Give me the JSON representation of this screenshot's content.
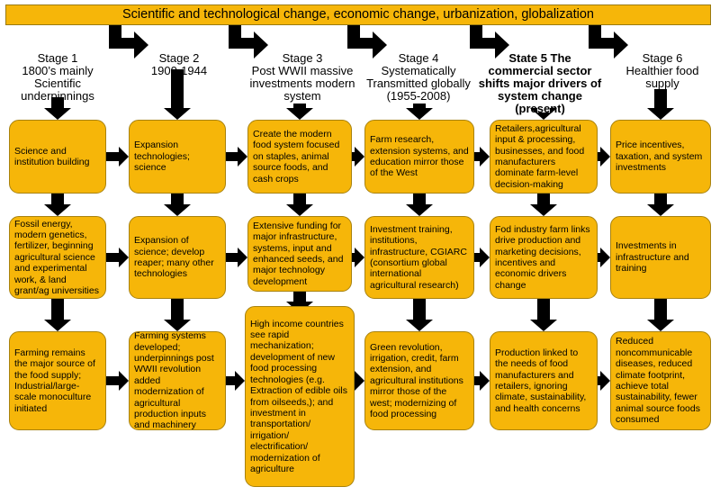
{
  "banner": "Scientific and technological change, economic change, urbanization, globalization",
  "stages": [
    {
      "label": "Stage 1\n1800’s mainly\nScientific\nunderpinnings"
    },
    {
      "label": "Stage 2\n1900-1944"
    },
    {
      "label": "Stage 3\nPost WWII massive\ninvestments modern\nsystem"
    },
    {
      "label": "Stage 4\nSystematically\nTransmitted globally\n(1955-2008)"
    },
    {
      "label": "State 5 The\ncommercial sector\nshifts major drivers of\nsystem change\n(present)"
    },
    {
      "label": "Stage 6\nHealthier food\nsupply"
    }
  ],
  "rows": [
    [
      "Science and institution building",
      "Expansion technologies; science",
      "Create the modern food system focused on staples, animal source foods, and cash crops",
      "Farm research, extension systems, and education mirror those of the West",
      "Retailers,agricultural input & processing, businesses, and food manufacturers dominate farm-level decision-making",
      "Price incentives, taxation, and system investments"
    ],
    [
      "Fossil energy, modern genetics, fertilizer, beginning agricultural science and experimental work, & land grant/ag universities",
      "Expansion of science; develop reaper; many other technologies",
      "Extensive funding for major infrastructure, systems, input and enhanced seeds, and major technology development",
      "Investment training, institutions, infrastructure, CGIARC (consortium global international agricultural research)",
      "Fod industry farm links drive production and marketing decisions, incentives and economic drivers change",
      "Investments in infrastructure and training"
    ],
    [
      "Farming remains the major source of the food supply; Industrial/large-scale monoculture  initiated",
      "Farming systems developed; underpinnings post WWII revolution added modernization of agricultural production inputs and machinery",
      "High income countries see rapid mechanization; development of new food processing technologies (e.g. Extraction of edible oils from oilseeds,); and investment in transportation/ irrigation/ electrification/ modernization of agriculture",
      "Green revolution, irrigation, credit, farm extension, and agricultural institutions mirror those of the west; modernizing of food processing",
      "Production linked to the needs of food manufacturers and retailers, ignoring climate, sustainability, and health concerns",
      "Reduced noncommunicable diseases,  reduced climate footprint, achieve total sustainability, fewer animal source foods consumed"
    ]
  ]
}
